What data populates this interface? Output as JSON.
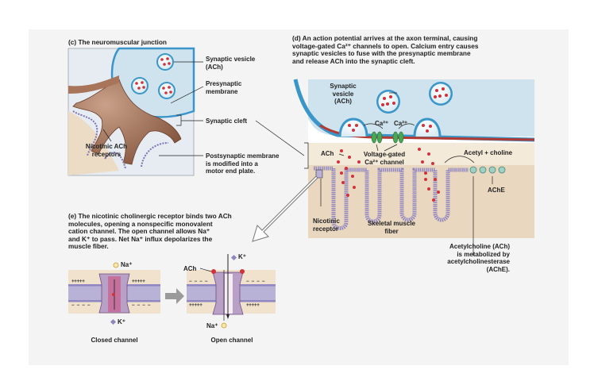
{
  "panel_c": {
    "title": "(c) The neuromuscular junction",
    "labels": {
      "synaptic_vesicle": [
        "Synaptic vesicle",
        "(ACh)"
      ],
      "presynaptic_membrane": [
        "Presynaptic",
        "membrane"
      ],
      "synaptic_cleft": "Synaptic cleft",
      "nicotinic_receptors": [
        "Nicotinic ACh",
        "receptors"
      ],
      "postsynaptic_membrane": [
        "Postsynaptic membrane",
        "is modified into a",
        "motor end plate."
      ]
    }
  },
  "panel_d": {
    "caption": [
      "(d) An action potential arrives at the axon terminal, causing",
      "voltage-gated Ca²⁺ channels to open. Calcium entry causes",
      "synaptic vesicles to fuse with the presynaptic membrane",
      "and release ACh into the synaptic cleft."
    ],
    "labels": {
      "synaptic_vesicle": [
        "Synaptic",
        "vesicle",
        "(ACh)"
      ],
      "ca_left": "Ca²⁺",
      "ca_right": "Ca²⁺",
      "ach": "ACh",
      "voltage_gated": [
        "Voltage-gated",
        "Ca²⁺ channel"
      ],
      "acetyl_choline": "Acetyl + choline",
      "ache": "AChE",
      "nicotinic_receptor": [
        "Nicotinic",
        "receptor"
      ],
      "skeletal_muscle": [
        "Skeletal muscle",
        "fiber"
      ],
      "acetylcholine_metabolized": [
        "Acetylcholine (ACh)",
        "is metabolized by",
        "acetylcholinesterase",
        "(AChE)."
      ]
    }
  },
  "panel_e": {
    "caption": [
      "(e) The nicotinic cholinergic receptor binds two ACh",
      "molecules, opening a nonspecific monovalent",
      "cation channel. The open channel allows Na⁺",
      "and K⁺ to pass. Net Na⁺ influx depolarizes the",
      "muscle fiber."
    ],
    "closed": {
      "na": "Na⁺",
      "k": "K⁺",
      "label": "Closed channel",
      "plus": "+++++",
      "minus": "− − − −"
    },
    "open": {
      "ach": "ACh",
      "k": "K⁺",
      "na": "Na⁺",
      "label": "Open channel",
      "plus": "+++++",
      "minus": "− − − −"
    }
  },
  "colors": {
    "axon": "#9b6a4e",
    "axon_light": "#c9a089",
    "presynaptic_blue": "#3a95c9",
    "cytoplasm_blue": "#cfe3ee",
    "muscle": "#e9d6bf",
    "membrane_red": "#b33a32",
    "ach_dot": "#d1323a",
    "channel_purple": "#b9a0c7",
    "calcium_green": "#4aa855",
    "membrane_lilac": "#b8b3d6"
  }
}
